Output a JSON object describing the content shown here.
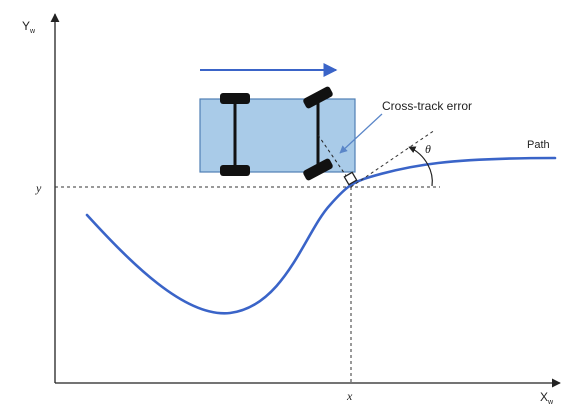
{
  "labels": {
    "y_axis": "Y",
    "y_axis_sub": "w",
    "x_axis": "X",
    "x_axis_sub": "w",
    "y_point": "y",
    "x_point": "x",
    "cross_track_error": "Cross-track error",
    "path": "Path",
    "theta": "θ"
  },
  "colors": {
    "path": "#3a64c8",
    "arrow": "#3a64c8",
    "vehicle_body": "#a9cbe8",
    "vehicle_outline": "#4f7fb5",
    "wheel": "#111111",
    "axis": "#222222",
    "dashed": "#333333"
  },
  "icons": {
    "vehicle": "car-top-view-icon",
    "direction": "arrow-right-icon"
  }
}
